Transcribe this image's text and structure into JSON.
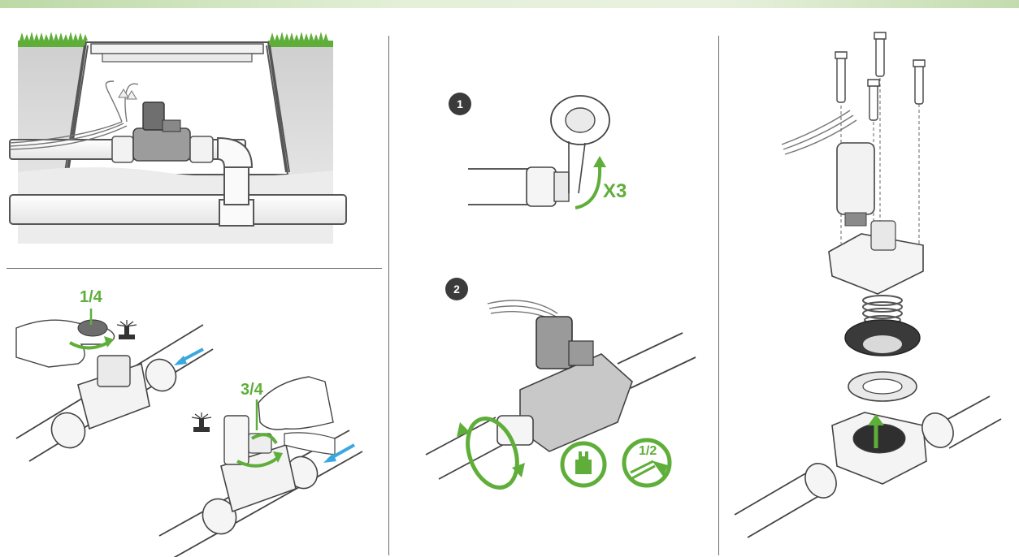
{
  "labels": {
    "step1": "1",
    "step2": "2",
    "repeat": "X3",
    "quarter": "1/4",
    "three_quarter": "3/4",
    "half": "1/2"
  },
  "colors": {
    "accent_green": "#5fae3a",
    "flow_blue": "#3aa8de",
    "badge_dark": "#3b3b3b",
    "soil": "#d9d9d9",
    "grass": "#5fae3a"
  },
  "icons": [
    "hand-tighten-icon",
    "pliers-icon",
    "sprinkler-icon",
    "flow-arrow-icon",
    "rotate-arrow-icon"
  ]
}
